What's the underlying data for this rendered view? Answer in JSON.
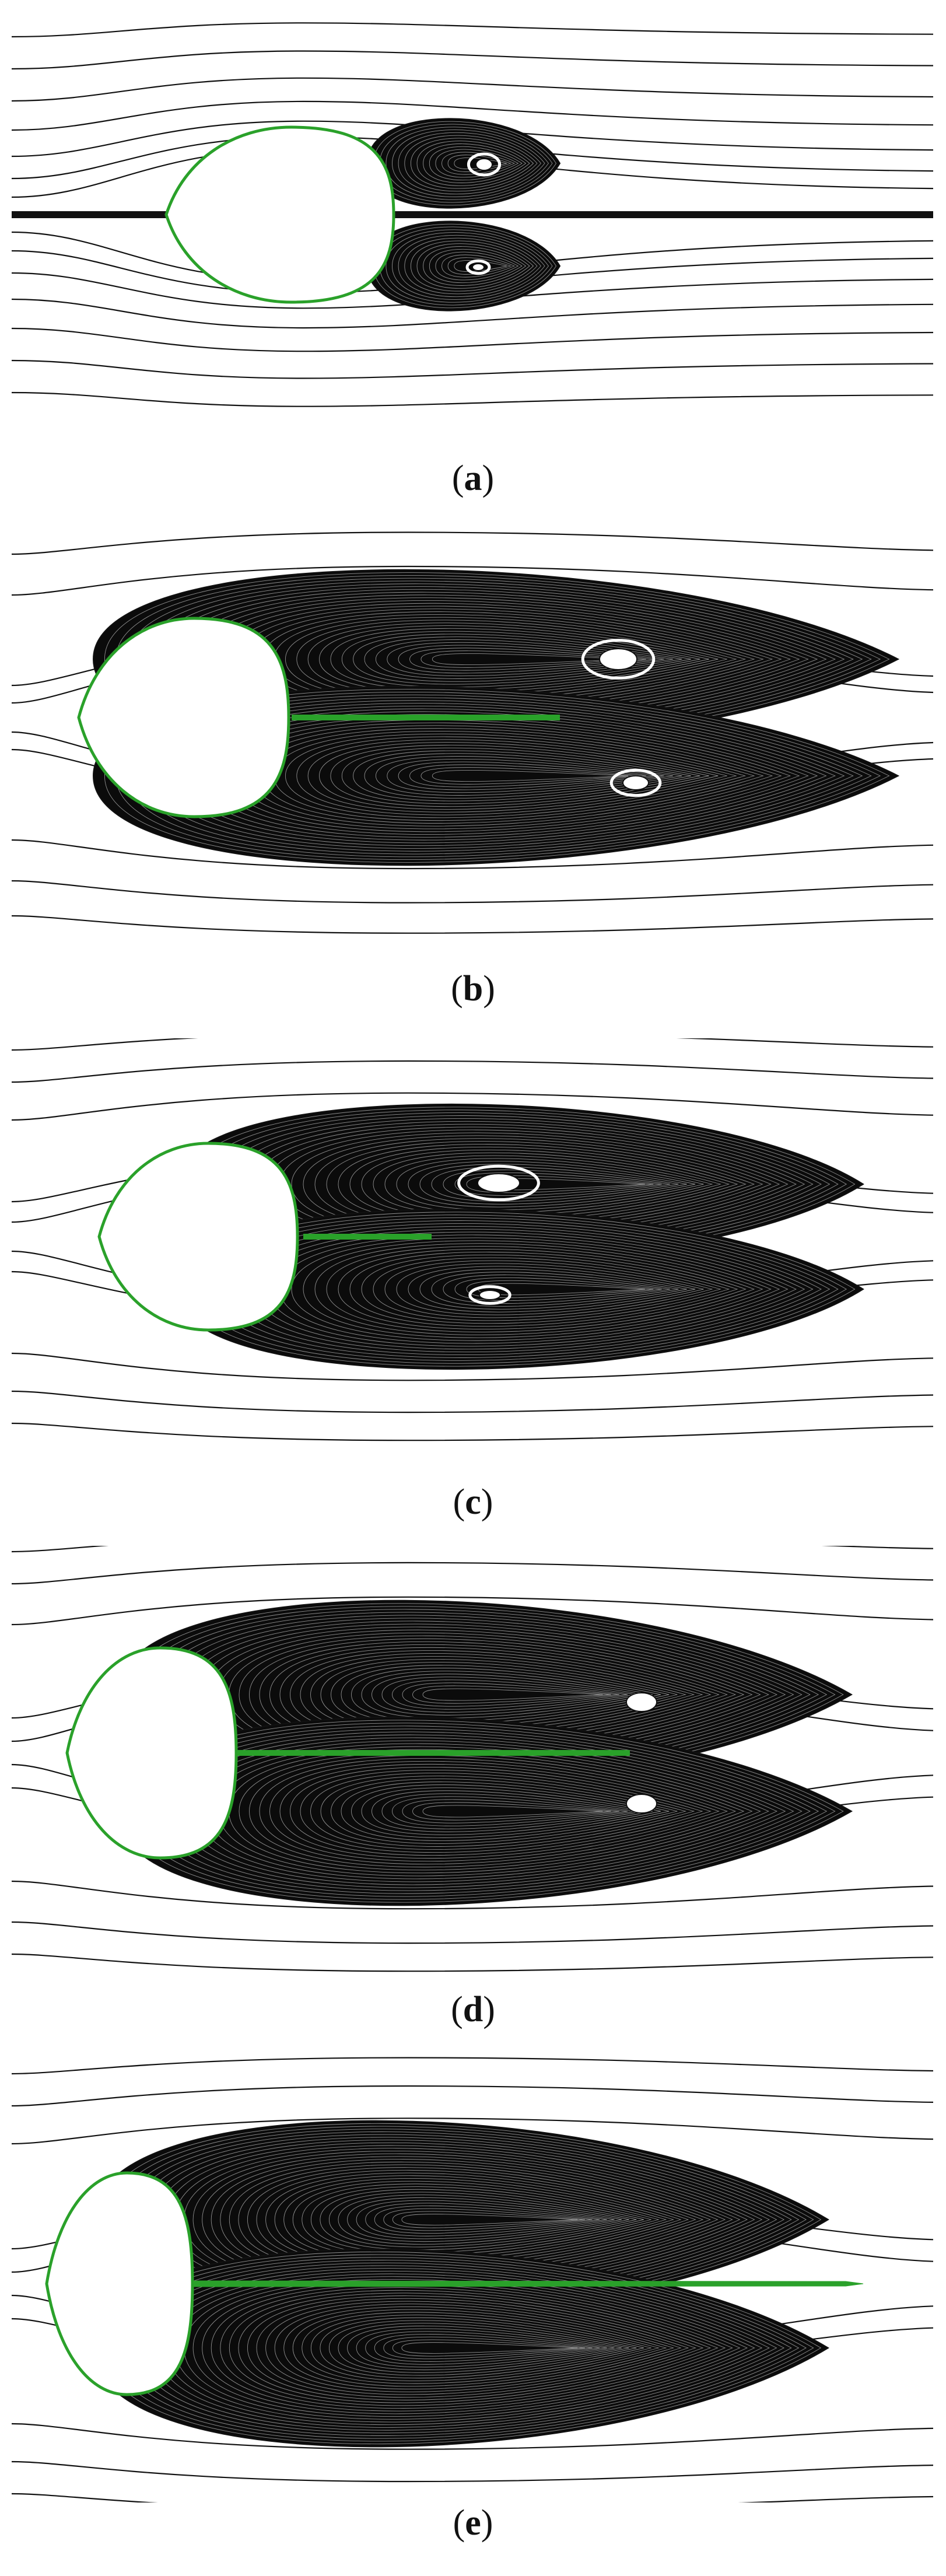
{
  "colors": {
    "body_outline": "#2aa12a",
    "splitter_plate": "#2aa12a",
    "streamline": "#111111",
    "background": "#ffffff"
  },
  "panels": [
    {
      "label": "a",
      "has_splitter_plate": false
    },
    {
      "label": "b",
      "has_splitter_plate": true
    },
    {
      "label": "c",
      "has_splitter_plate": true
    },
    {
      "label": "d",
      "has_splitter_plate": true
    },
    {
      "label": "e",
      "has_splitter_plate": true
    }
  ]
}
